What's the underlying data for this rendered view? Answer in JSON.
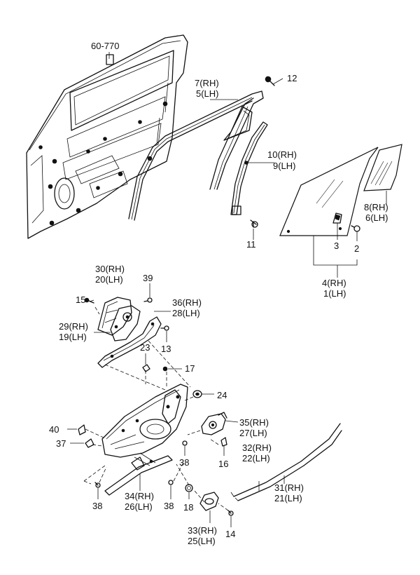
{
  "diagram": {
    "labels": {
      "ref_door": "60-770",
      "p12": "12",
      "p7_rh": "7(RH)",
      "p5_lh": "5(LH)",
      "p10_rh": "10(RH)",
      "p9_lh": "9(LH)",
      "p11": "11",
      "p8_rh": "8(RH)",
      "p6_lh": "6(LH)",
      "p3": "3",
      "p2": "2",
      "p4_rh": "4(RH)",
      "p1_lh": "1(LH)",
      "p30_rh": "30(RH)",
      "p20_lh": "20(LH)",
      "p39": "39",
      "p15": "15",
      "p36_rh": "36(RH)",
      "p28_lh": "28(LH)",
      "p29_rh": "29(RH)",
      "p19_lh": "19(LH)",
      "p13": "13",
      "p23": "23",
      "p17": "17",
      "p24": "24",
      "p40": "40",
      "p35_rh": "35(RH)",
      "p27_lh": "27(LH)",
      "p37": "37",
      "p32_rh": "32(RH)",
      "p22_lh": "22(LH)",
      "p38_a": "38",
      "p16": "16",
      "p31_rh": "31(RH)",
      "p21_lh": "21(LH)",
      "p38_b": "38",
      "p34_rh": "34(RH)",
      "p26_lh": "26(LH)",
      "p38_c": "38",
      "p18": "18",
      "p33_rh": "33(RH)",
      "p25_lh": "25(LH)",
      "p14": "14"
    }
  }
}
